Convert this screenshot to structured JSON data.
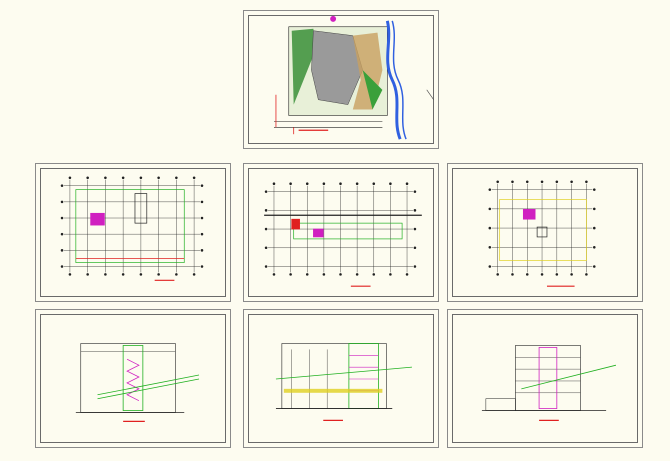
{
  "sheets": [
    {
      "id": "site-plan"
    },
    {
      "id": "floor-plan-1"
    },
    {
      "id": "floor-plan-2"
    },
    {
      "id": "floor-plan-3"
    },
    {
      "id": "section-1"
    },
    {
      "id": "section-2"
    },
    {
      "id": "section-3"
    }
  ],
  "colors": {
    "background": "#fdfcf0",
    "frame": "#6a6a6a",
    "line": "#1a1a1a",
    "grid": "#222222",
    "accent_red": "#e02020",
    "accent_magenta": "#d020c0",
    "accent_green": "#20b020",
    "accent_yellow": "#e0d020",
    "water_blue": "#3060e0"
  }
}
